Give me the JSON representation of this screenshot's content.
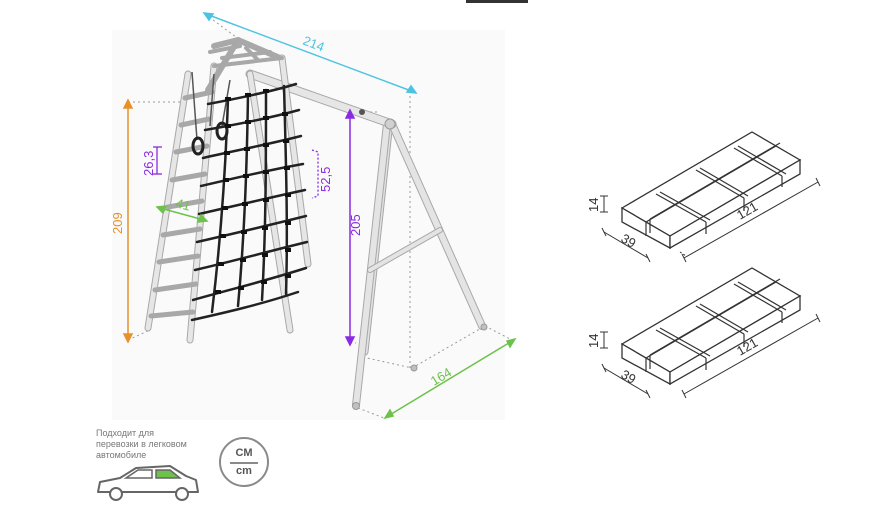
{
  "colors": {
    "blue": "#4cc3e0",
    "orange": "#e8902a",
    "purple": "#8a2be2",
    "green": "#6cc24a",
    "frame": "#d9d9d9",
    "frame_edge": "#a8a8a8",
    "rope": "#222222",
    "ink": "#333333"
  },
  "dimensions": {
    "width": "214",
    "height_total": "209",
    "height_swing": "205",
    "depth": "164",
    "rung_spacing": "26,3",
    "net_cell": "52,5",
    "ladder_width": "41"
  },
  "packages": [
    {
      "height": "14",
      "depth": "39",
      "length": "121"
    },
    {
      "height": "14",
      "depth": "39",
      "length": "121"
    }
  ],
  "note": {
    "line1": "Подходит для",
    "line2": "перевозки в легковом",
    "line3": "автомобиле"
  },
  "units": {
    "top": "СМ",
    "bottom": "cm"
  },
  "icons": {
    "car": "car-icon",
    "units": "units-badge-icon"
  }
}
